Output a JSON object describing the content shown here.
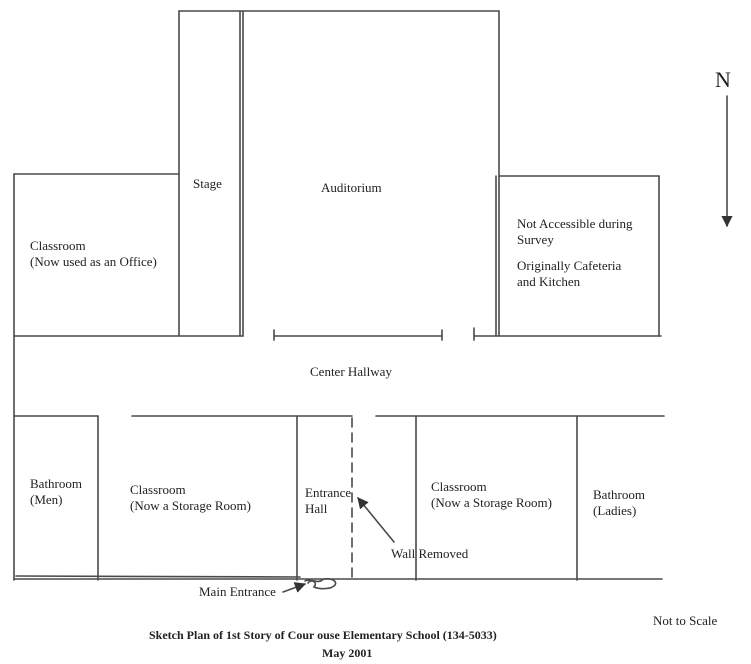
{
  "compass": {
    "label": "N"
  },
  "rooms": {
    "stage": "Stage",
    "auditorium": "Auditorium",
    "classroom_nw": [
      "Classroom",
      "(Now used as an Office)"
    ],
    "not_accessible": [
      "Not Accessible during",
      "Survey",
      "Originally Cafeteria",
      "and Kitchen"
    ],
    "center_hallway": "Center Hallway",
    "bathroom_men": [
      "Bathroom",
      "(Men)"
    ],
    "classroom_sw": [
      "Classroom",
      "(Now a Storage Room)"
    ],
    "entrance_hall": [
      "Entrance",
      "Hall"
    ],
    "classroom_se": [
      "Classroom",
      "(Now a Storage Room)"
    ],
    "bathroom_ladies": [
      "Bathroom",
      "(Ladies)"
    ]
  },
  "annotations": {
    "wall_removed": "Wall Removed",
    "main_entrance": "Main Entrance",
    "scale_note": "Not to Scale"
  },
  "caption": {
    "line1": "Sketch Plan of 1st Story of Cour  ouse Elementary School (134-5033)",
    "line2": "May 2001"
  }
}
